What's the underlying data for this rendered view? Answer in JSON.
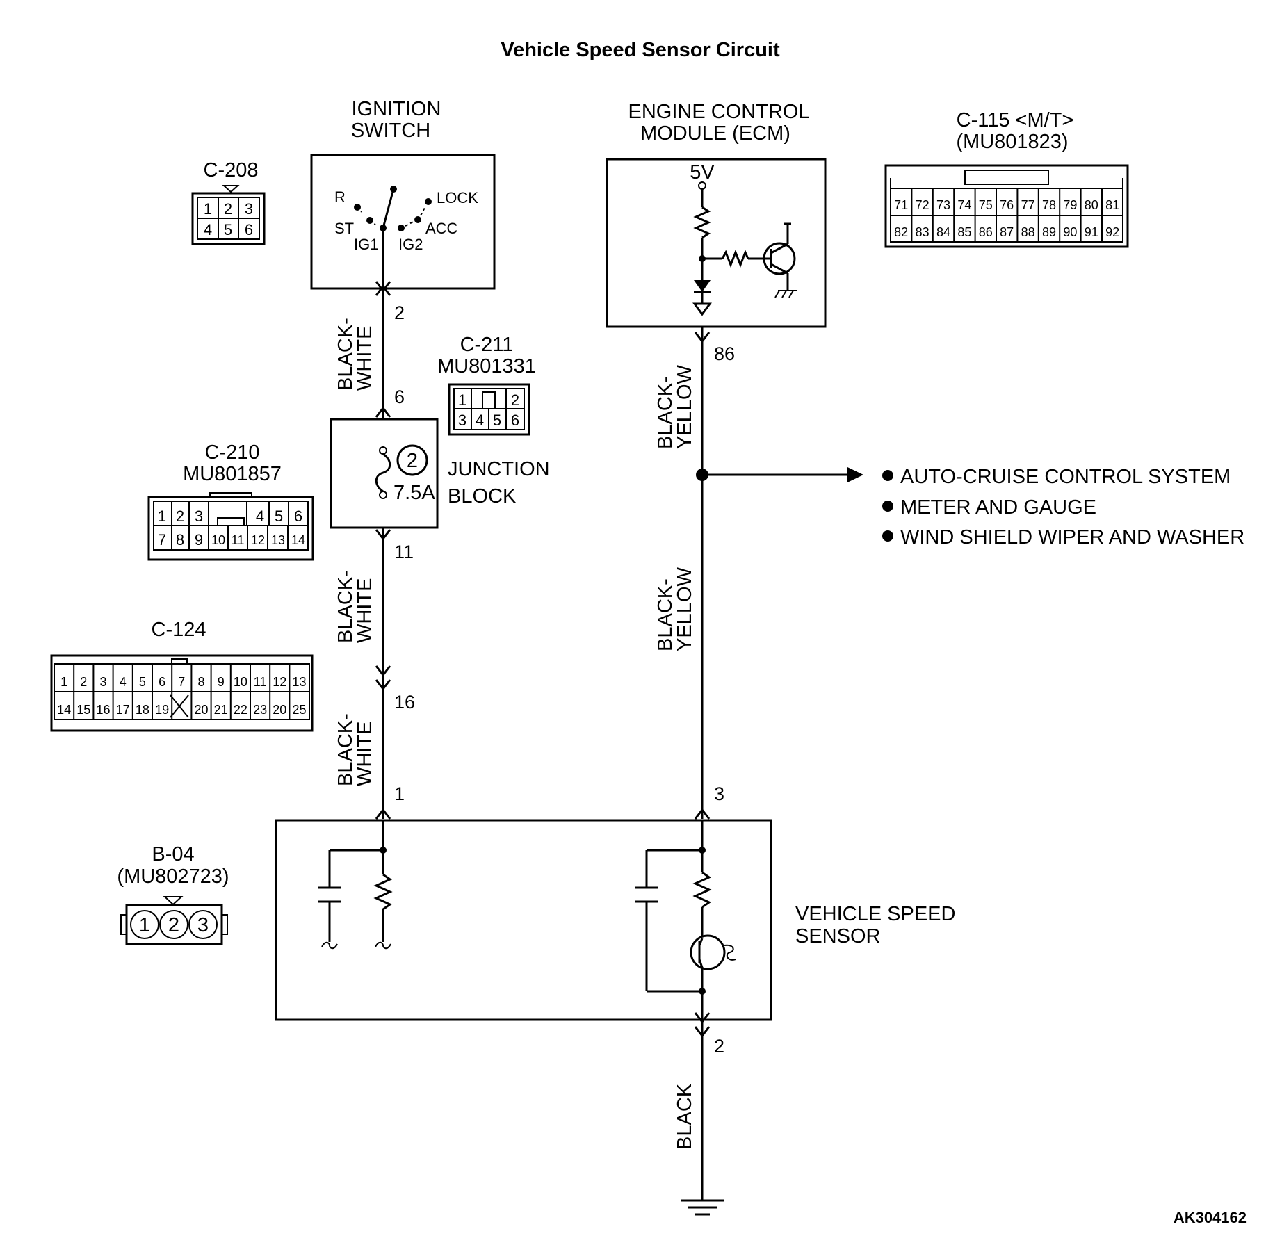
{
  "title": "Vehicle Speed Sensor Circuit",
  "components": {
    "ignition_switch": {
      "name_line1": "IGNITION",
      "name_line2": "SWITCH",
      "positions": [
        "R",
        "LOCK",
        "ST",
        "ACC",
        "IG1",
        "IG2"
      ]
    },
    "ecm": {
      "name_line1": "ENGINE CONTROL",
      "name_line2": "MODULE (ECM)",
      "supply": "5V"
    },
    "junction_block": {
      "name_line1": "JUNCTION",
      "name_line2": "BLOCK",
      "fuse_number": "2",
      "fuse_rating": "7.5A"
    },
    "vehicle_speed_sensor": {
      "name_line1": "VEHICLE SPEED",
      "name_line2": "SENSOR"
    }
  },
  "pins": {
    "ign_out": "2",
    "jb_in": "6",
    "jb_out": "11",
    "c124": "16",
    "vss_power": "1",
    "ecm_signal": "86",
    "vss_signal": "3",
    "vss_ground": "2"
  },
  "wires": {
    "w1": [
      "BLACK-",
      "WHITE"
    ],
    "w2": [
      "BLACK-",
      "WHITE"
    ],
    "w3": [
      "BLACK-",
      "WHITE"
    ],
    "w4": [
      "BLACK-",
      "YELLOW"
    ],
    "w5": [
      "BLACK-",
      "YELLOW"
    ],
    "w6": "BLACK"
  },
  "branch_systems": [
    "AUTO-CRUISE CONTROL SYSTEM",
    "METER AND GAUGE",
    "WIND SHIELD WIPER AND WASHER"
  ],
  "connectors": {
    "c208": {
      "id": "C-208",
      "rows": [
        [
          "1",
          "2",
          "3"
        ],
        [
          "4",
          "5",
          "6"
        ]
      ]
    },
    "c211": {
      "id_line1": "C-211",
      "id_line2": "MU801331",
      "rows": [
        [
          "1",
          "",
          "2"
        ],
        [
          "3",
          "4",
          "5",
          "6"
        ]
      ]
    },
    "c210": {
      "id_line1": "C-210",
      "id_line2": "MU801857",
      "rows": [
        [
          "1",
          "2",
          "3",
          "",
          "",
          "4",
          "5",
          "6"
        ],
        [
          "7",
          "8",
          "9",
          "10",
          "11",
          "12",
          "13",
          "14"
        ]
      ]
    },
    "c124": {
      "id": "C-124",
      "rows": [
        [
          "1",
          "2",
          "3",
          "4",
          "5",
          "6",
          "7",
          "8",
          "9",
          "10",
          "11",
          "12",
          "13"
        ],
        [
          "14",
          "15",
          "16",
          "17",
          "18",
          "19",
          "",
          "20",
          "21",
          "22",
          "23",
          "20",
          "25"
        ]
      ]
    },
    "b04": {
      "id_line1": "B-04",
      "id_line2": "(MU802723)",
      "pins": [
        "1",
        "2",
        "3"
      ]
    },
    "c115": {
      "id_line1": "C-115 <M/T>",
      "id_line2": "(MU801823)",
      "rows": [
        [
          "71",
          "72",
          "73",
          "74",
          "75",
          "76",
          "77",
          "78",
          "79",
          "80",
          "81"
        ],
        [
          "82",
          "83",
          "84",
          "85",
          "86",
          "87",
          "88",
          "89",
          "90",
          "91",
          "92"
        ]
      ]
    }
  },
  "figure_id": "AK304162"
}
